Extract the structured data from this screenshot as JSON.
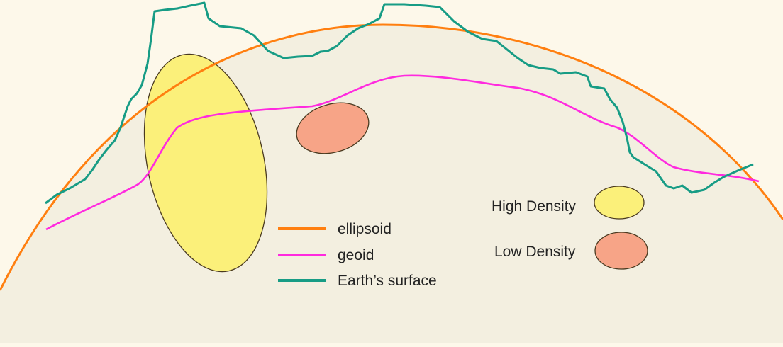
{
  "colors": {
    "background": "#fdf8ea",
    "earth_fill": "#f3efe0",
    "ellipsoid": "#ff7f10",
    "geoid": "#ff2adf",
    "surface": "#179c85",
    "high_density_fill": "#fbf07a",
    "low_density_fill": "#f7a487",
    "outline": "#4a3a20",
    "text": "#222222"
  },
  "legend": {
    "lines": [
      {
        "label": "ellipsoid",
        "color_key": "ellipsoid"
      },
      {
        "label": "geoid",
        "color_key": "geoid"
      },
      {
        "label": "Earth’s surface",
        "color_key": "surface"
      }
    ],
    "shapes": [
      {
        "label": "High Density",
        "color_key": "high_density_fill"
      },
      {
        "label": "Low Density",
        "color_key": "low_density_fill"
      }
    ]
  }
}
